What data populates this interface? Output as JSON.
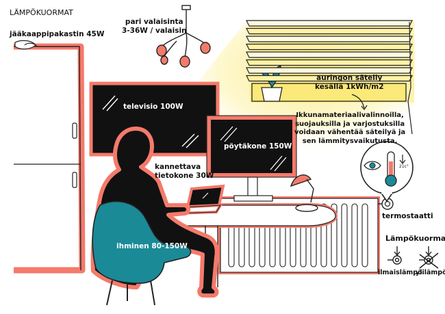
{
  "title": "LÄMPÖKUORMAT",
  "labels": {
    "fridge": "jääkaappipakastin 45W",
    "lamps": "pari valaisinta\n3-36W / valaisin",
    "tv": "televisio 100W",
    "desktop": "pöytäkone 150W",
    "laptop": "kannettava\ntietokone 30W",
    "human": "ihminen 80-150W",
    "sun": "auringon säteily\nkesällä 1kWh/m2",
    "window_note": "Ikkunamateriaalivalinnoilla,\nsuojauksilla ja varjostuksilla\nvoidaan vähentää säteilyä ja\nsen lämmitysvaikutusta.",
    "thermostat": "termostaatti",
    "thermo_reading": "21c°"
  },
  "legend": {
    "title": "Lämpökuorma",
    "free_heat": "ilmaislämpö",
    "overheat": "ylilämpöä"
  },
  "colors": {
    "accent": "#f47a6b",
    "teal": "#1a8a97",
    "sun_yellow": "#fbe97a",
    "dark": "#111111",
    "grey": "#555555"
  },
  "icons": [
    "eye-icon",
    "thermometer-icon",
    "ceiling-lamp-icon",
    "plant-icon",
    "desk-lamp-icon",
    "radiator-icon",
    "radiator-valve-icon"
  ]
}
